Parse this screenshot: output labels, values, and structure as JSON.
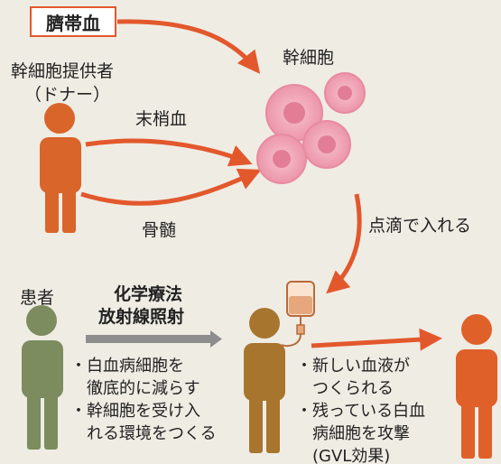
{
  "labels": {
    "cord_blood": "臍帯血",
    "stem_cells": "幹細胞",
    "donor_line1": "幹細胞提供者",
    "donor_line2": "（ドナー）",
    "peripheral_blood": "末梢血",
    "bone_marrow": "骨髄",
    "drip": "点滴で入れる",
    "patient": "患者",
    "therapy_line1": "化学療法",
    "therapy_line2": "放射線照射"
  },
  "notes_left": [
    "・白血病細胞を",
    "　徹底的に減らす",
    "・幹細胞を受け入",
    "　れる環境をつくる"
  ],
  "notes_right": [
    "・新しい血液が",
    "　つくられる",
    "・残っている白血",
    "　病細胞を攻撃",
    "　(GVL効果)"
  ],
  "colors": {
    "accent": "#e2582c",
    "donor_figure": "#d9652a",
    "patient_figure": "#7c8c5e",
    "patient_treated": "#a8752e",
    "patient_recovered": "#e0602a",
    "cell_fill": "#f2a6b6",
    "cell_nucleus": "#e27d95"
  }
}
